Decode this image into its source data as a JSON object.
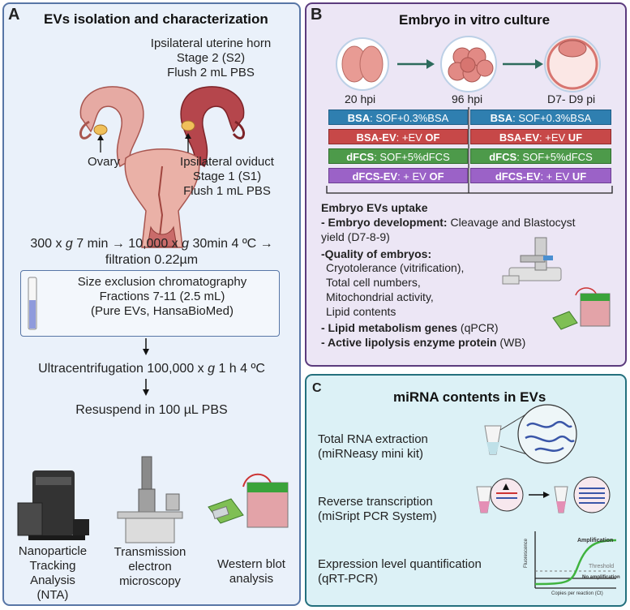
{
  "panel_a": {
    "letter": "A",
    "title": "EVs isolation and characterization",
    "uterine_horn": [
      "Ipsilateral uterine horn",
      "Stage 2 (S2)",
      "Flush 2 mL PBS"
    ],
    "ovary_label": "Ovary",
    "oviduct": [
      "Ipsilateral oviduct",
      "Stage 1 (S1)",
      "Flush 1 mL PBS"
    ],
    "centrifugation_line1_pre": "300 x ",
    "centrifugation_line1_g1": "g",
    "centrifugation_line1_mid": " 7 min → 10,000 x ",
    "centrifugation_line1_g2": "g",
    "centrifugation_line1_post": " 30min 4 ºC →",
    "centrifugation_line2": "filtration 0.22µm",
    "sec": [
      "Size exclusion chromatography",
      "Fractions 7-11 (2.5 mL)",
      "(Pure EVs, HansaBioMed)"
    ],
    "uc_pre": "Ultracentrifugation 100,000 x ",
    "uc_g": "g",
    "uc_post": " 1 h 4 ºC",
    "resuspend": "Resuspend in 100 µL PBS",
    "nta": [
      "Nanoparticle",
      "Tracking",
      "Analysis",
      "(NTA)"
    ],
    "tem": [
      "Transmission",
      "electron",
      "microscopy"
    ],
    "wb": [
      "Western blot",
      "analysis"
    ]
  },
  "panel_b": {
    "letter": "B",
    "title": "Embryo in vitro culture",
    "stages": [
      "20 hpi",
      "96 hpi",
      "D7- D9 pi"
    ],
    "groups_left": [
      {
        "bold": "BSA",
        "rest": ": SOF+0.3%BSA",
        "tail": ""
      },
      {
        "bold": "BSA-EV",
        "rest": ": +EV ",
        "tail": "OF"
      },
      {
        "bold": "dFCS",
        "rest": ": SOF+5%dFCS",
        "tail": ""
      },
      {
        "bold": "dFCS-EV",
        "rest": ": + EV ",
        "tail": "OF"
      }
    ],
    "groups_right": [
      {
        "bold": "BSA",
        "rest": ": SOF+0.3%BSA",
        "tail": ""
      },
      {
        "bold": "BSA-EV",
        "rest": ": +EV ",
        "tail": "UF"
      },
      {
        "bold": "dFCS",
        "rest": ": SOF+5%dFCS",
        "tail": ""
      },
      {
        "bold": "dFCS-EV",
        "rest": ": + EV ",
        "tail": "UF"
      }
    ],
    "uptake": "Embryo EVs uptake",
    "dev_bold": "- Embryo development:",
    "dev_rest": " Cleavage and Blastocyst",
    "dev_line2": "yield (D7-8-9)",
    "quality": "-Quality of embryos:",
    "quality_items": [
      "Cryotolerance (vitrification),",
      "Total cell numbers,",
      "Mitochondrial activity,",
      "Lipid contents"
    ],
    "lipid_bold": "- Lipid metabolism genes",
    "lipid_rest": " (qPCR)",
    "lipo_bold": "- Active lipolysis enzyme protein",
    "lipo_rest": " (WB)"
  },
  "panel_c": {
    "letter": "C",
    "title": "miRNA contents in EVs",
    "rna": [
      "Total RNA extraction",
      "(miRNeasy mini kit)"
    ],
    "rt": [
      "Reverse transcription",
      "(miSript PCR System)"
    ],
    "qpcr": [
      "Expression level quantification",
      "(qRT-PCR)"
    ],
    "graph": {
      "amplification": "Amplification",
      "threshold": "Threshold",
      "no_amplification": "No amplification",
      "ylabel": "Fluorescence",
      "xlabel": "Copies per reaction (Ct)"
    }
  },
  "colors": {
    "panel_a_border": "#5876a6",
    "panel_b_border": "#5b3b7d",
    "panel_c_border": "#24707d",
    "bsa": "#2f7fb0",
    "bsa_ev": "#c74848",
    "dfcs": "#4d9a4a",
    "dfcs_ev": "#9b62c7",
    "amplification_curve": "#3fb33f"
  }
}
